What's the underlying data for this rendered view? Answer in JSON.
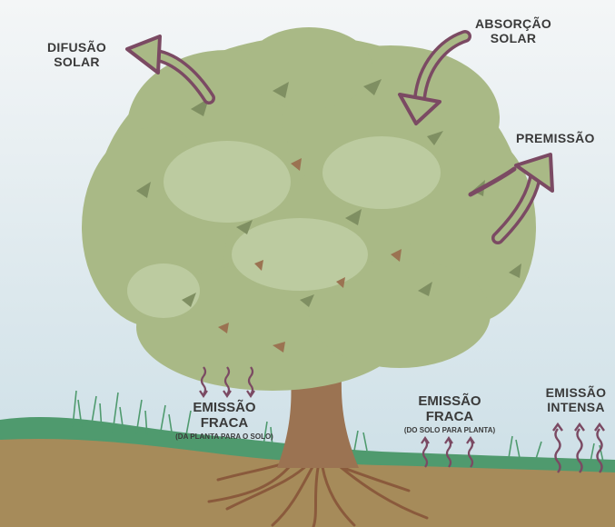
{
  "colors": {
    "sky_top": "#f4f6f7",
    "sky_bottom": "#c9dde5",
    "ground": "#a68b5a",
    "grass": "#4f9a6e",
    "trunk": "#9b7352",
    "roots": "#8a5a3c",
    "canopy": "#a9b986",
    "canopy_light": "#bccba0",
    "canopy_dark": "#7f8f62",
    "arrow": "#7b4a63"
  },
  "labels": {
    "difusao": [
      "DIFUSÃO",
      "SOLAR"
    ],
    "absorcao": [
      "ABSORÇÃO",
      "SOLAR"
    ],
    "premissao": "PREMISSÃO",
    "emissao_fraca_planta": {
      "title": [
        "EMISSÃO",
        "FRACA"
      ],
      "note": "(DA PLANTA PARA O SOLO)"
    },
    "emissao_fraca_solo": {
      "title": [
        "EMISSÃO",
        "FRACA"
      ],
      "note": "(DO SOLO PARA PLANTA)"
    },
    "emissao_intensa": [
      "EMISSÃO",
      "INTENSA"
    ]
  }
}
